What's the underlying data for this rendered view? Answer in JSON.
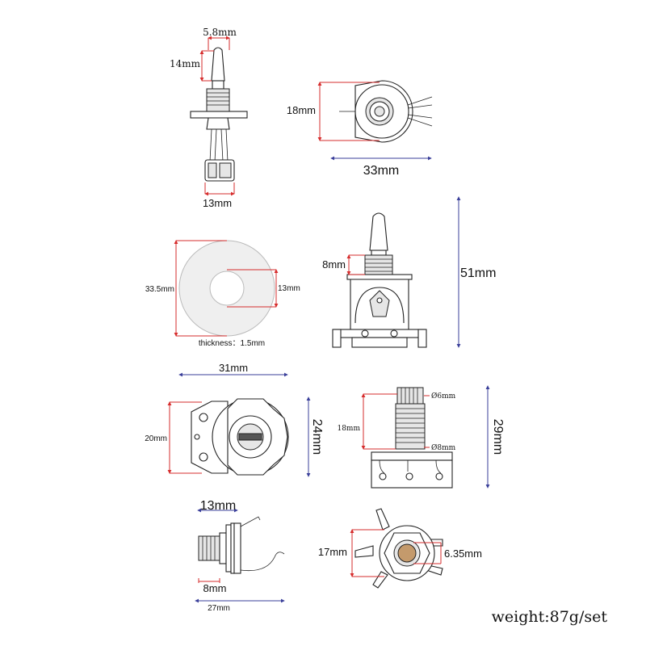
{
  "labels": {
    "toggle_tip_width": "5.8mm",
    "toggle_tip_height": "14mm",
    "toggle_base_width": "13mm",
    "toggle_top_height": "18mm",
    "toggle_top_width": "33mm",
    "washer_outer": "33.5mm",
    "washer_inner": "13mm",
    "washer_thickness": "thickness：1.5mm",
    "switch_thread": "8mm",
    "switch_height": "51mm",
    "pot_width": "31mm",
    "pot_inner": "20mm",
    "pot_outer": "24mm",
    "shaft_top_dia": "Ø6mm",
    "shaft_bottom_dia": "Ø8mm",
    "shaft_thread": "18mm",
    "pot_side_height": "29mm",
    "jack_nut_width": "13mm",
    "jack_thread": "8mm",
    "jack_length": "27mm",
    "jack_front_height": "17mm",
    "jack_hole": "6.35mm"
  },
  "weight": "weight:87g/set",
  "colors": {
    "dimension_red": "#d62c2c",
    "dimension_blue": "#3a3f9a",
    "line": "#222222"
  }
}
